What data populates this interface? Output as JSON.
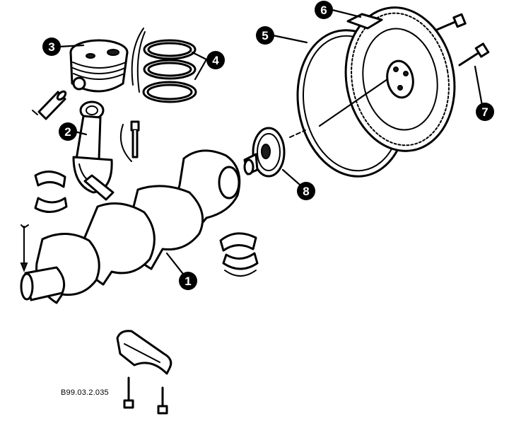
{
  "figure": {
    "reference_code": "B99.03.2.035"
  },
  "callouts": [
    {
      "id": "1",
      "label": "1",
      "part": "crankshaft"
    },
    {
      "id": "2",
      "label": "2",
      "part": "connecting-rod"
    },
    {
      "id": "3",
      "label": "3",
      "part": "piston"
    },
    {
      "id": "4",
      "label": "4",
      "part": "piston-rings"
    },
    {
      "id": "5",
      "label": "5",
      "part": "flywheel-ring-gear"
    },
    {
      "id": "6",
      "label": "6",
      "part": "flywheel"
    },
    {
      "id": "7",
      "label": "7",
      "part": "flywheel-bolts"
    },
    {
      "id": "8",
      "label": "8",
      "part": "crankshaft-sprocket"
    }
  ],
  "colors": {
    "ink": "#000000",
    "paper": "#ffffff"
  }
}
